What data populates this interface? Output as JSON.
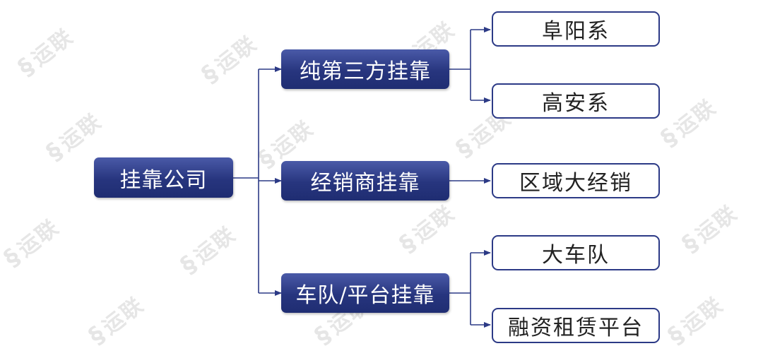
{
  "root": {
    "label": "挂靠公司"
  },
  "branches": [
    {
      "label": "纯第三方挂靠",
      "children": [
        "阜阳系",
        "高安系"
      ]
    },
    {
      "label": "经销商挂靠",
      "children": [
        "区域大经销"
      ]
    },
    {
      "label": "车队/平台挂靠",
      "children": [
        "大车队",
        "融资租赁平台"
      ]
    }
  ],
  "watermark": {
    "text": "运联"
  },
  "colors": {
    "node_fill": "#27357e",
    "line": "#2c3a86",
    "leaf_border": "#2c3a86"
  }
}
